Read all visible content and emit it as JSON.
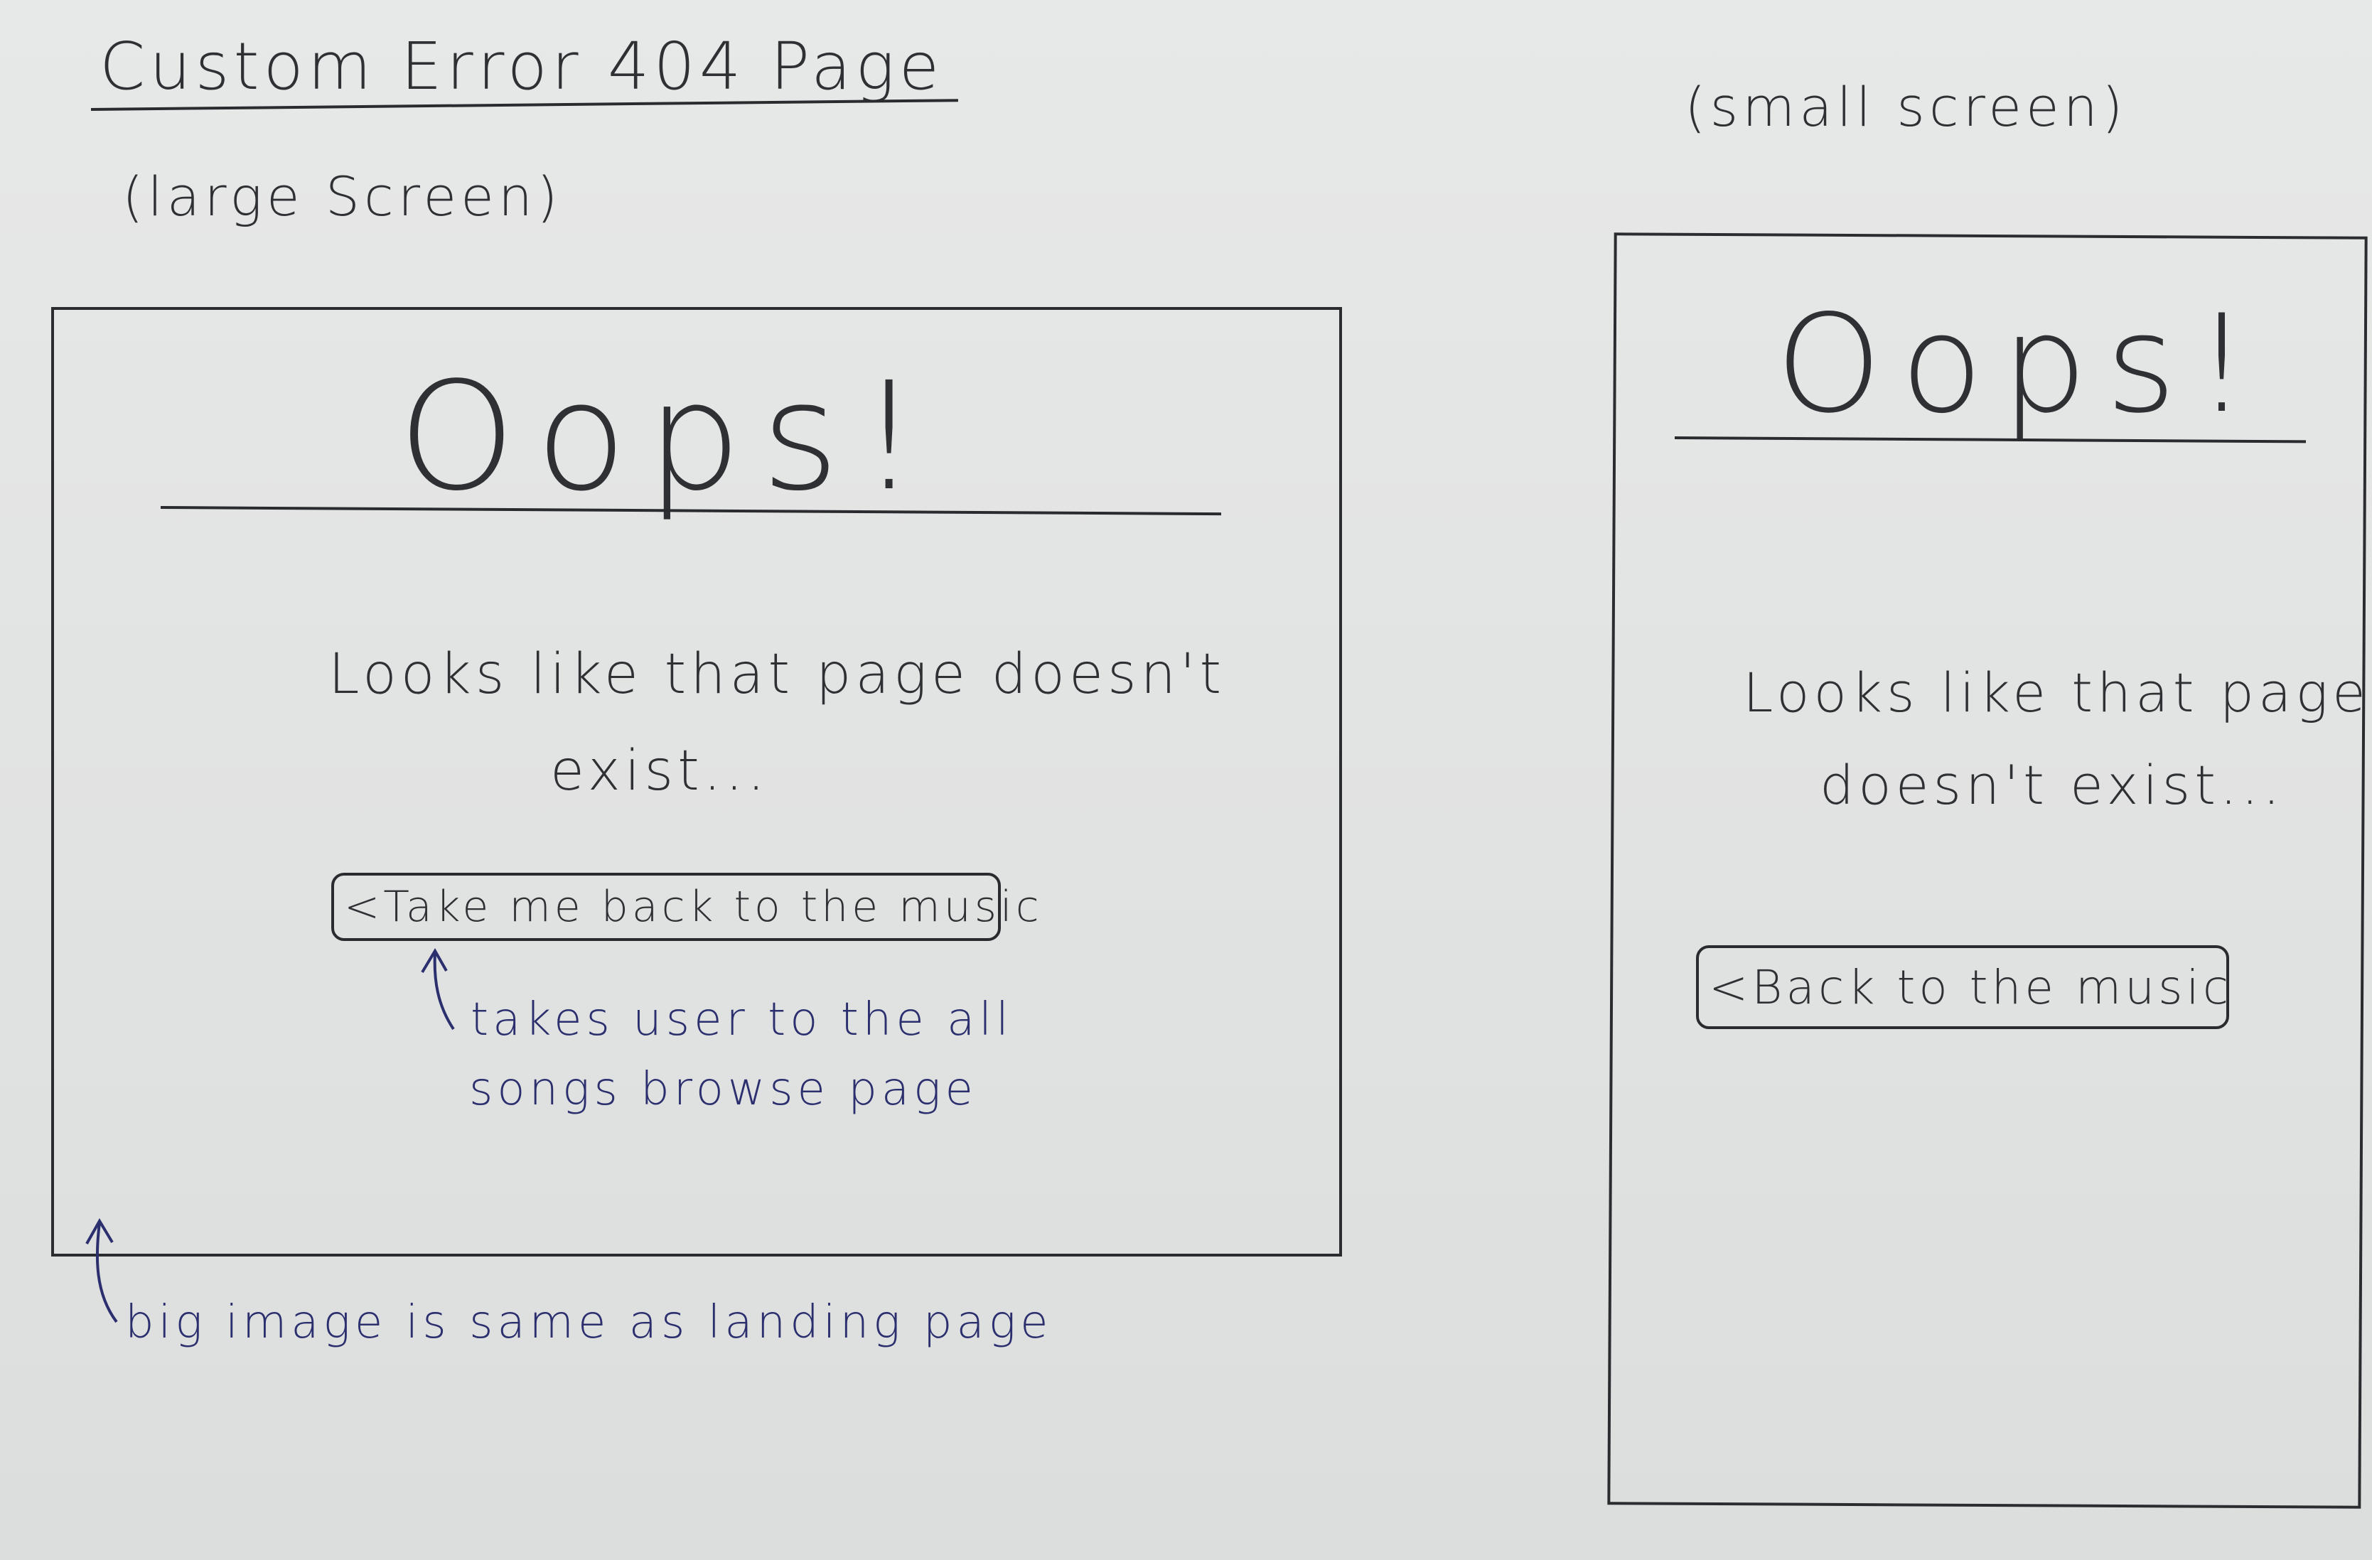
{
  "page_title": "Custom Error 404 Page",
  "large_screen": {
    "label": "(large Screen)",
    "heading": "Oops!",
    "message_line1": "Looks like that page doesn't",
    "message_line2": "exist...",
    "button_label": "<Take me back to the music",
    "button_note_line1": "takes user to the all",
    "button_note_line2": "songs browse page",
    "background_note": "big image is same as landing page"
  },
  "small_screen": {
    "label": "(small screen)",
    "heading": "Oops!",
    "message_line1": "Looks like that page",
    "message_line2": "doesn't exist...",
    "button_label": "<Back to the music"
  },
  "colors": {
    "paper": "#e3e4e4",
    "pencil": "#2f3033",
    "ink_pen": "#2b2f6e"
  },
  "icons": [
    "up-arrow-icon",
    "up-arrow-icon"
  ]
}
